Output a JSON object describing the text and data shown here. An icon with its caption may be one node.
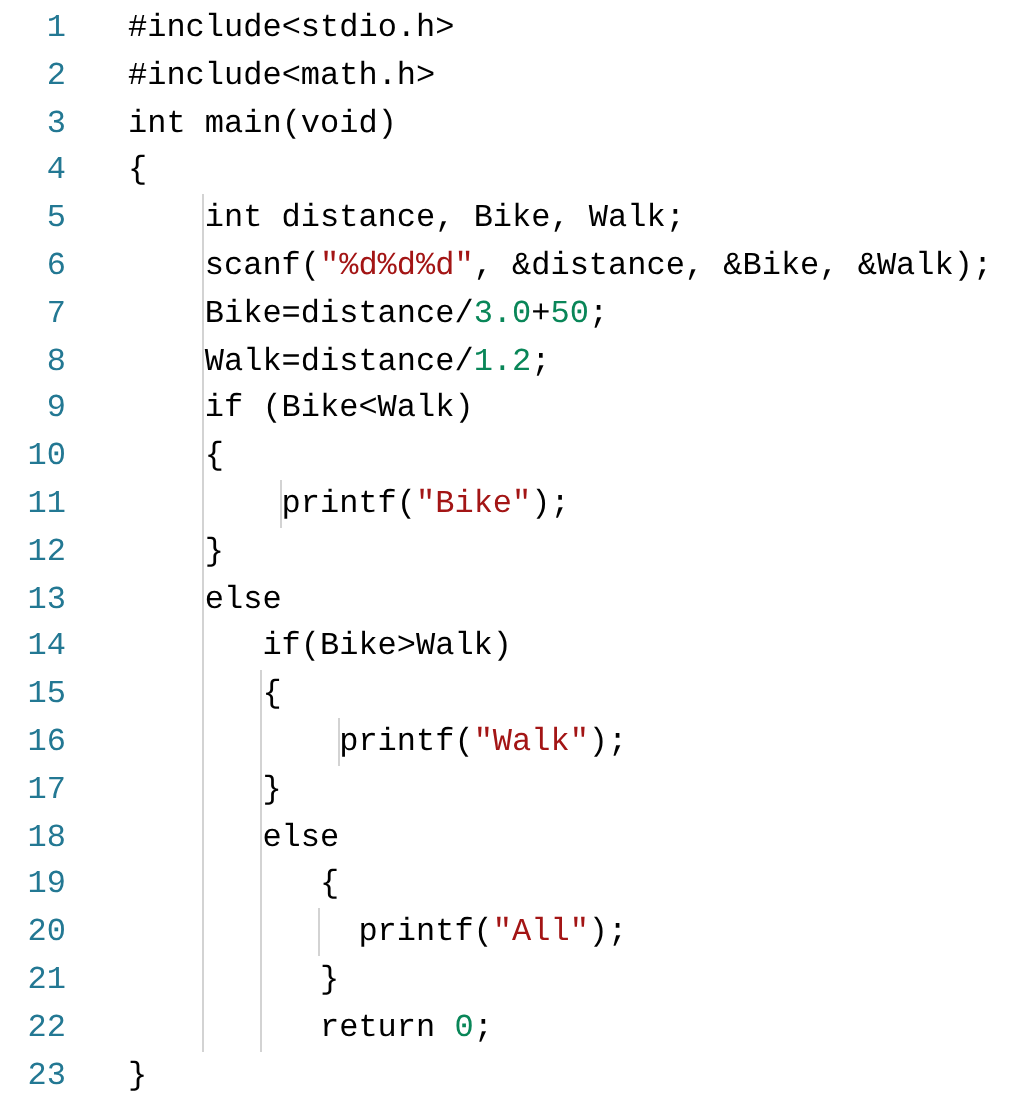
{
  "diagram": {
    "labels": [
      "1",
      "#include<stdio.h>",
      "2",
      "#include<math.h>",
      "3",
      "int main(void)",
      "4",
      "{",
      "5",
      "int distance, Bike, Walk;",
      "6",
      "scanf(\"%d%d%d\", &distance, &Bike, &Walk);",
      "7",
      "Bike=distance/3.0+50;",
      "8",
      "Walk=distance/1.2;",
      "9",
      "if (Bike<Walk)",
      "10",
      "{",
      "11",
      "printf(\"Bike\");",
      "12",
      "}",
      "13",
      "else",
      "14",
      "if(Bike>Walk)",
      "15",
      "{",
      "16",
      "printf(\"Walk\");",
      "17",
      "}",
      "18",
      "else",
      "19",
      "{",
      "20",
      "printf(\"All\");",
      "21",
      "}",
      "22",
      "return 0;",
      "23",
      "}"
    ]
  }
}
